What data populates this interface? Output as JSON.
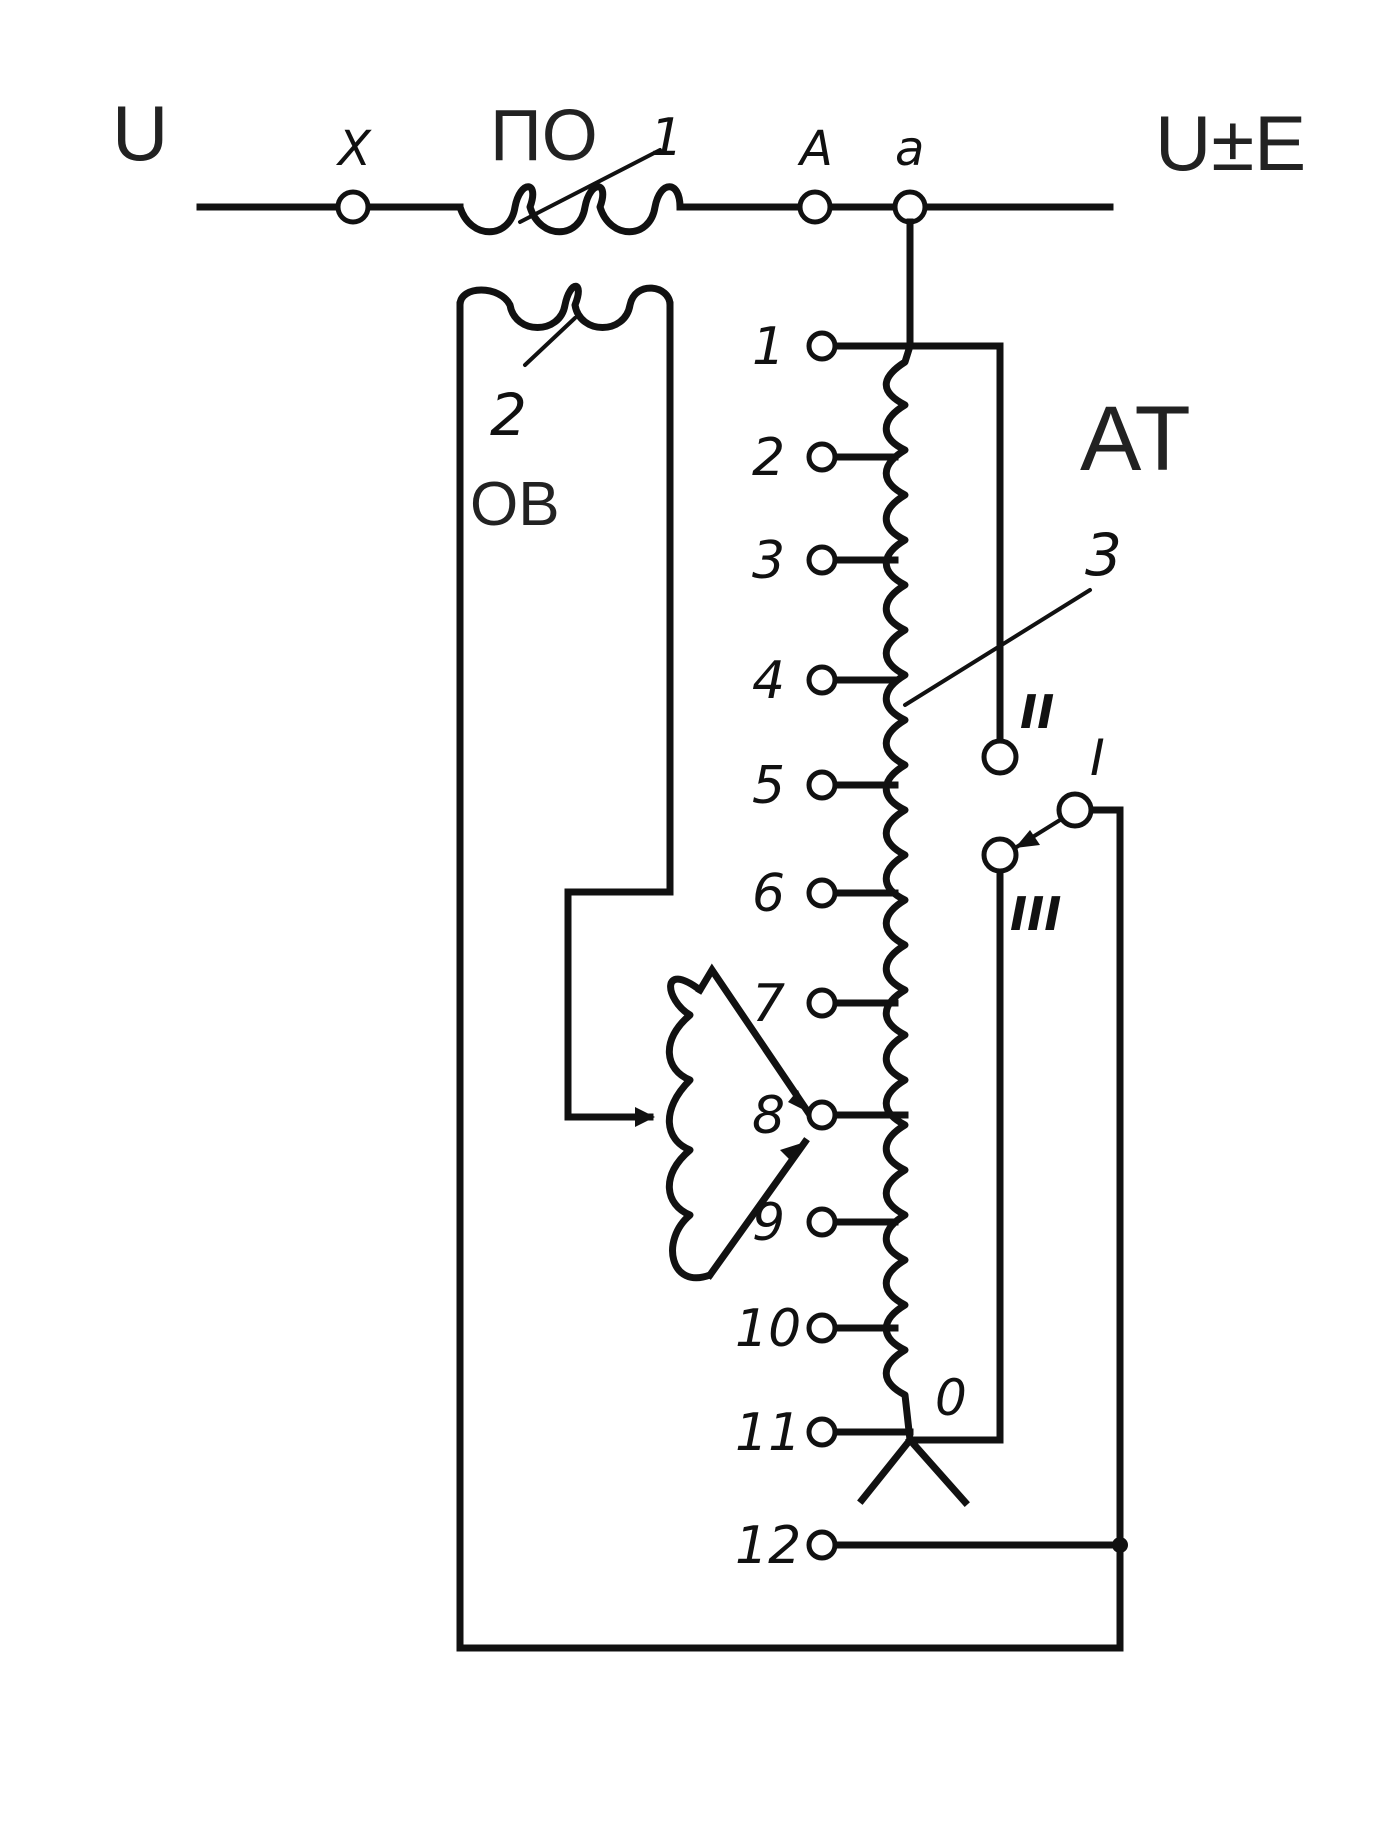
{
  "labels": {
    "input_voltage": "U",
    "output_voltage": "U±E",
    "terminal_x": "X",
    "terminal_A": "A",
    "terminal_a": "a",
    "series_winding": "ПО",
    "excitation_winding": "OB",
    "autotransformer": "AT",
    "callout_1": "1",
    "callout_2": "2",
    "callout_3": "3",
    "neutral_0": "0",
    "switch_I": "I",
    "switch_II": "II",
    "switch_III": "III"
  },
  "taps": [
    "1",
    "2",
    "3",
    "4",
    "5",
    "6",
    "7",
    "8",
    "9",
    "10",
    "11",
    "12"
  ],
  "colors": {
    "ink": "#111111",
    "paper": "#ffffff"
  }
}
